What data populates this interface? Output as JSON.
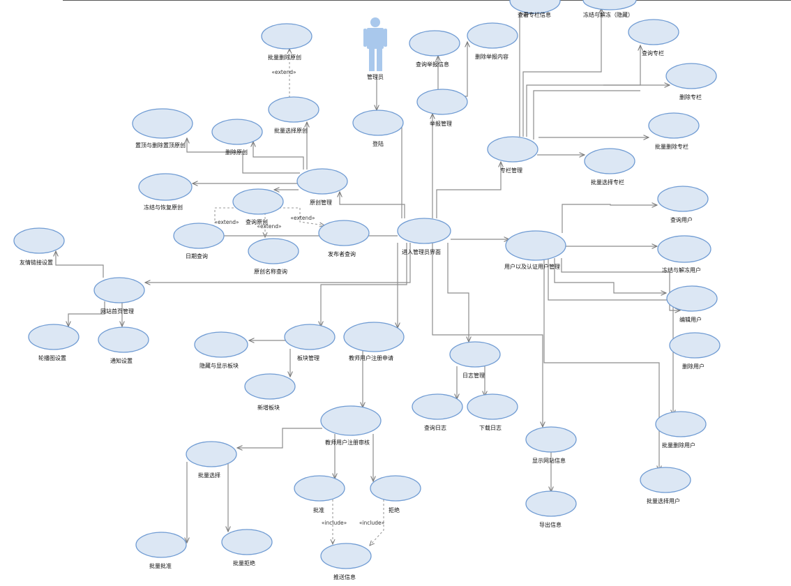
{
  "actor": {
    "name": "管理员"
  },
  "use_cases": {
    "login": "登陆",
    "admin_ui": "进入管理员界面",
    "report_mgmt": "举报管理",
    "query_report": "查询举报信息",
    "delete_report": "删除举报内容",
    "column_mgmt": "专栏管理",
    "view_column": "查看专栏信息",
    "freeze_column": "冻结与解冻（隐藏）",
    "query_column": "查询专栏",
    "delete_column": "删除专栏",
    "batch_delete_column": "批量删除专栏",
    "batch_select_column": "批量选择专栏",
    "original_mgmt": "原创管理",
    "batch_delete_original": "批量删除原创",
    "batch_select_original": "批量选择原创",
    "pin_original": "置顶与删除置顶原创",
    "delete_original": "删除原创",
    "freeze_original": "冻结与恢复原创",
    "query_original": "查询原创",
    "date_query": "日期查询",
    "name_query": "原创名称查询",
    "publisher_query": "发布者查询",
    "friend_link": "友情链接设置",
    "homepage_mgmt": "网站首页管理",
    "carousel": "轮播图设置",
    "notice": "通知设置",
    "board_mgmt": "板块管理",
    "hide_board": "隐藏与显示板块",
    "add_board": "新增板块",
    "teacher_apply": "教师用户注册申请",
    "teacher_review": "教师用户注册审核",
    "batch_select": "批量选择",
    "batch_approve": "批量批准",
    "batch_reject": "批量拒绝",
    "approve": "批准",
    "reject": "拒绝",
    "send_msg": "推送信息",
    "log_mgmt": "日志管理",
    "query_log": "查询日志",
    "download_log": "下载日志",
    "user_mgmt": "用户以及认证用户管理",
    "query_user": "查询用户",
    "freeze_user": "冻结与解冻用户",
    "cancel_user": "编辑用户",
    "delete_user": "删除用户",
    "batch_delete_user": "批量删除用户",
    "batch_select_user": "批量选择用户",
    "show_site_info": "显示网站信息",
    "export_info": "导出信息"
  },
  "stereotypes": {
    "extend": "«extend»",
    "include": "«include»"
  },
  "colors": {
    "usecase_fill": "#dce7f4",
    "usecase_stroke": "#6f9bd3",
    "actor": "#a9c8ec",
    "connector": "#8c8c8c"
  }
}
